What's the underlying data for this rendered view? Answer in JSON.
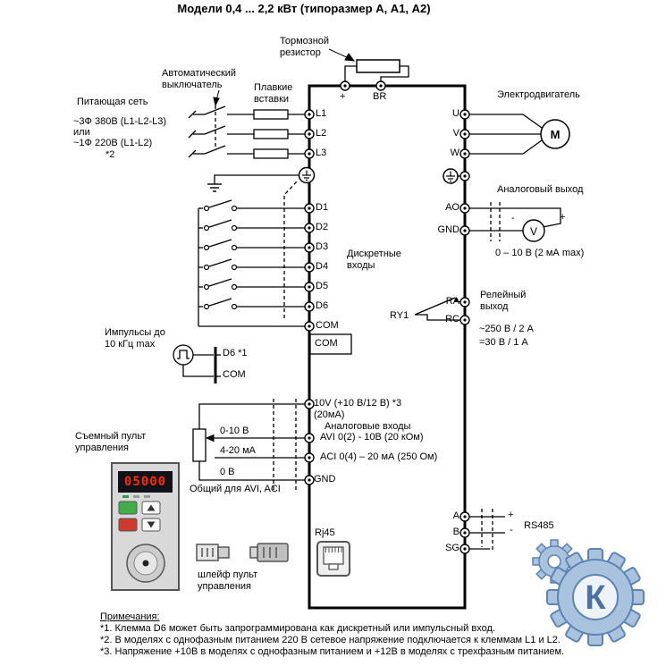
{
  "title": "Модели 0,4 ... 2,2 кВт (типоразмер А, А1, А2)",
  "labels": {
    "brake_resistor": "Тормозной\nрезистор",
    "breaker": "Автоматический\nвыключатель",
    "fuses": "Плавкие\nвставки",
    "supply": "Питающая сеть",
    "supply_3ph": "~3Ф 380В (L1-L2-L3)",
    "supply_or": "или",
    "supply_1ph": "~1Ф 220В (L1-L2)",
    "note2_ref": "*2",
    "plus": "+",
    "br": "BR",
    "motor": "Электродвигатель",
    "motor_m": "M",
    "l1": "L1",
    "l2": "L2",
    "l3": "L3",
    "u": "U",
    "v": "V",
    "w": "W",
    "d1": "D1",
    "d2": "D2",
    "d3": "D3",
    "d4": "D4",
    "d5": "D5",
    "d6": "D6",
    "com": "COM",
    "discrete_inputs": "Дискретные\nвходы",
    "com2": "COM",
    "pulse": "Импульсы до\n10 кГц max",
    "pulse_d6": "D6  *1",
    "pulse_com": "COM",
    "v10": "10V (+10 В/12 В)  *3",
    "v10_ma": "(20мА)",
    "analog_inputs": "Аналоговые входы",
    "avi": "AVI  0(2) - 10В (20 кОм)",
    "aci": "ACI  0(4) – 20 мА (250 Ом)",
    "gnd_in": "GND",
    "range_0_10": "0-10 В",
    "range_4_20": "4-20 мА",
    "zero_v": "0 В",
    "common_avi_aci": "Общий для AVI, ACI",
    "panel": "Съемный пульт\nуправления",
    "panel_display": "05000",
    "cable": "шлейф пульт\nуправления",
    "rj45": "Rj45",
    "analog_output": "Аналоговый выход",
    "ao": "AO",
    "gnd_out": "GND",
    "vm_minus": "-",
    "vm_plus": "+",
    "vm_v": "V",
    "ao_range": "0 – 10 В (2 мА max)",
    "ry1": "RY1",
    "ra": "RA",
    "rc": "RC",
    "relay_output": "Релейный\nвыход",
    "relay_ac": "~250 В / 2 А",
    "relay_dc": "=30 В / 1 А",
    "rs_a": "A",
    "rs_b": "B",
    "rs_sg": "SG",
    "rs_plus": "+",
    "rs_minus": "-",
    "rs485": "RS485",
    "logo_letter": "К"
  },
  "notes": {
    "heading": "Примечания:",
    "n1": "*1. Клемма D6 может быть запрограммирована как дискретный или импульсный вход.",
    "n2": "*2. В моделях с однофазным питанием 220 В сетевое напряжение подключается к клеммам L1 и L2.",
    "n3": "*3. Напряжение +10В в моделях с однофазным питанием и +12В в моделях с трехфазным питанием."
  },
  "colors": {
    "wire": "#000000",
    "display_digits": "#ff2b00",
    "run_button": "#3fae4a",
    "stop_button": "#cf3a2e",
    "logo_fill": "#a9c2de",
    "logo_stroke": "#5e84b4"
  }
}
